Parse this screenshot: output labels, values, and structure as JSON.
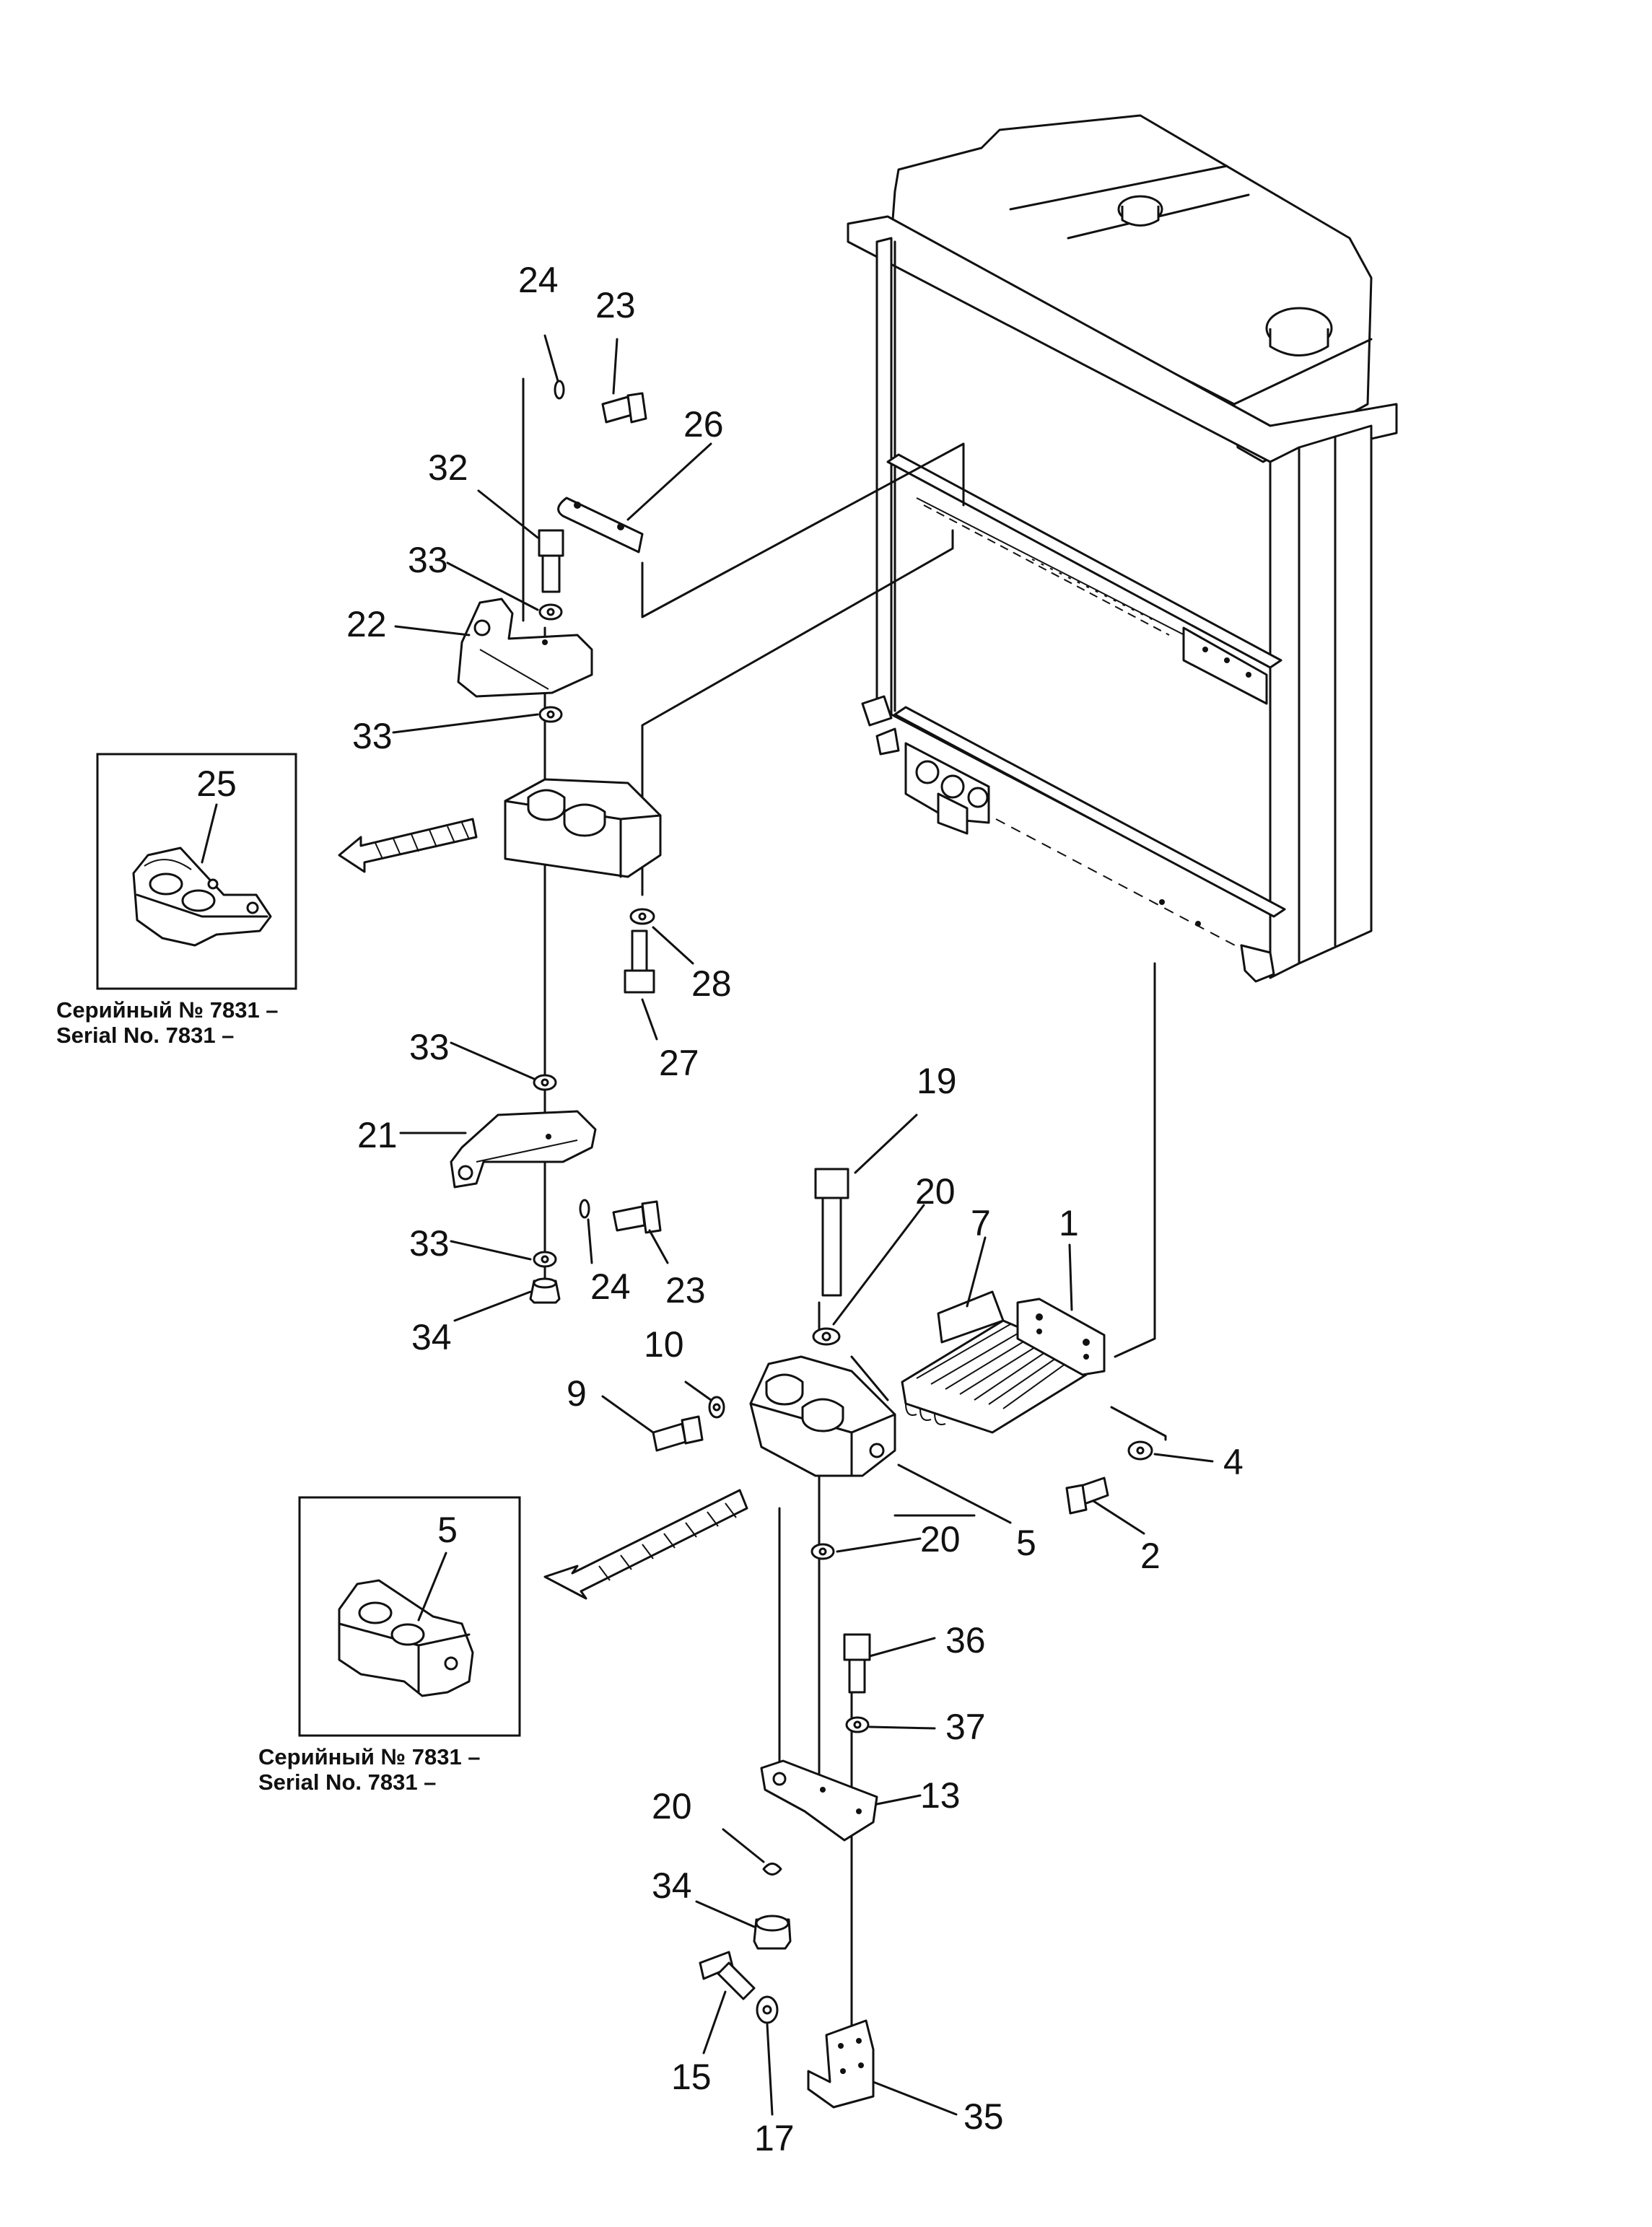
{
  "diagram": {
    "callouts": [
      "24",
      "23",
      "26",
      "32",
      "33",
      "22",
      "33",
      "25",
      "28",
      "27",
      "33",
      "21",
      "19",
      "20",
      "7",
      "1",
      "33",
      "24",
      "23",
      "34",
      "10",
      "9",
      "4",
      "5",
      "2",
      "20",
      "5",
      "36",
      "37",
      "13",
      "20",
      "34",
      "15",
      "17",
      "35"
    ],
    "insets": [
      {
        "caption_ru": "Серийный № 7831 –",
        "caption_en": "Serial No. 7831 –"
      },
      {
        "caption_ru": "Серийный № 7831 –",
        "caption_en": "Serial No. 7831 –"
      }
    ]
  }
}
